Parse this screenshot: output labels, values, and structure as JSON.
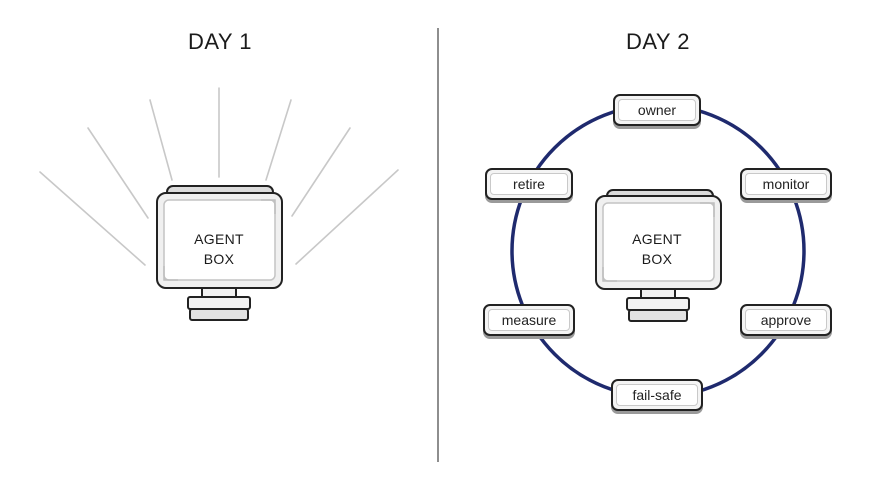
{
  "panels": {
    "left": {
      "title": "DAY 1"
    },
    "right": {
      "title": "DAY 2"
    }
  },
  "agent_box": {
    "line1": "AGENT",
    "line2": "BOX"
  },
  "lifecycle": {
    "nodes": [
      "owner",
      "monitor",
      "approve",
      "fail-safe",
      "measure",
      "retire"
    ]
  },
  "colors": {
    "ring": "#1f2a6e",
    "ray": "#c8c8c8",
    "outline": "#222222"
  }
}
